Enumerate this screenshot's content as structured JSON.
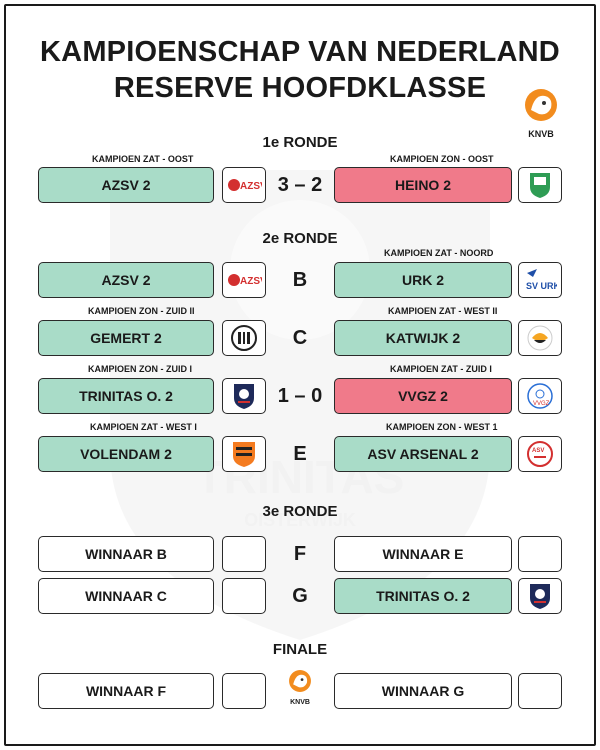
{
  "title_line1": "KAMPIOENSCHAP VAN NEDERLAND",
  "title_line2": "RESERVE HOOFDKLASSE",
  "brand": "KNVB",
  "watermark_name": "TRINITAS",
  "watermark_sub": "OISTERWIJK",
  "colors": {
    "winner": "#a9dcc8",
    "loser": "#f07a8a",
    "empty": "#ffffff"
  },
  "round1": {
    "title": "1e RONDE",
    "match": {
      "left_tag": "KAMPIOEN ZAT - OOST",
      "left_team": "AZSV 2",
      "left_logo": "azsv-logo",
      "center": "3 – 2",
      "right_tag": "KAMPIOEN ZON - OOST",
      "right_team": "HEINO 2",
      "right_logo": "heino-logo"
    }
  },
  "round2": {
    "title": "2e RONDE",
    "matches": [
      {
        "left_tag": "",
        "left_team": "AZSV 2",
        "center": "B",
        "right_tag": "KAMPIOEN ZAT - NOORD",
        "right_team": "URK 2",
        "left_logo": "azsv-logo",
        "right_logo": "urk-logo"
      },
      {
        "left_tag": "KAMPIOEN ZON - ZUID II",
        "left_team": "GEMERT 2",
        "center": "C",
        "right_tag": "KAMPIOEN ZAT - WEST II",
        "right_team": "KATWIJK 2",
        "left_logo": "gemert-logo",
        "right_logo": "katwijk-logo"
      },
      {
        "left_tag": "KAMPIOEN ZON - ZUID I",
        "left_team": "TRINITAS O. 2",
        "center": "1 – 0",
        "right_tag": "KAMPIOEN ZAT - ZUID I",
        "right_team": "VVGZ 2",
        "left_logo": "trinitas-logo",
        "right_logo": "vvgz-logo"
      },
      {
        "left_tag": "KAMPIOEN ZAT - WEST I",
        "left_team": "VOLENDAM 2",
        "center": "E",
        "right_tag": "KAMPIOEN ZON - WEST 1",
        "right_team": "ASV ARSENAL 2",
        "left_logo": "volendam-logo",
        "right_logo": "arsenal-logo"
      }
    ]
  },
  "round3": {
    "title": "3e RONDE",
    "matches": [
      {
        "left_team": "WINNAAR B",
        "center": "F",
        "right_team": "WINNAAR E"
      },
      {
        "left_team": "WINNAAR C",
        "center": "G",
        "right_team": "TRINITAS O. 2",
        "right_logo": "trinitas-logo"
      }
    ]
  },
  "final": {
    "title": "FINALE",
    "left_team": "WINNAAR F",
    "right_team": "WINNAAR G",
    "center_brand": "KNVB"
  }
}
